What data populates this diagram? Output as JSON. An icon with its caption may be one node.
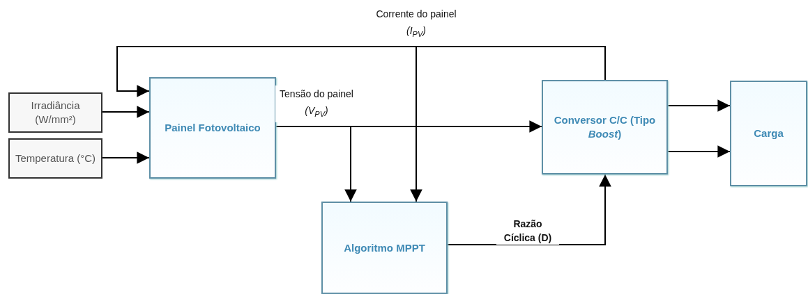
{
  "diagram": {
    "nodes": [
      {
        "text": [
          "Irradiância (W/mm²)"
        ]
      },
      {
        "text": [
          "Temperatura (°C)"
        ]
      },
      {
        "text": [
          "Painel Fotovoltaico"
        ]
      },
      {
        "text": [
          "Conversor C/C (Tipo *Boost*)"
        ]
      },
      {
        "text": [
          "Carga"
        ]
      },
      {
        "text": [
          "Algoritmo MPPT"
        ]
      }
    ],
    "edges": [
      {
        "from": 0,
        "to": 2,
        "arrow": "to"
      },
      {
        "from": 1,
        "to": 2,
        "arrow": "to"
      },
      {
        "from": 3,
        "to": 2,
        "arrow": "to"
      },
      {
        "from": 3,
        "to": 5,
        "arrow": "to",
        "label": "Corrente do painel *(I*$_{PV}$*)*"
      },
      {
        "from": 2,
        "to": 3,
        "arrow": "to",
        "label": "Tensão do painel *(V*$_{PV}$*)*"
      },
      {
        "from": 2,
        "to": 5,
        "arrow": "to"
      },
      {
        "from": 5,
        "to": 3,
        "arrow": "to",
        "label": "Razão Cíclica (D)"
      },
      {
        "from": 3,
        "to": 4,
        "arrow": "to"
      },
      {
        "from": 3,
        "to": 4,
        "arrow": "to"
      }
    ]
  }
}
